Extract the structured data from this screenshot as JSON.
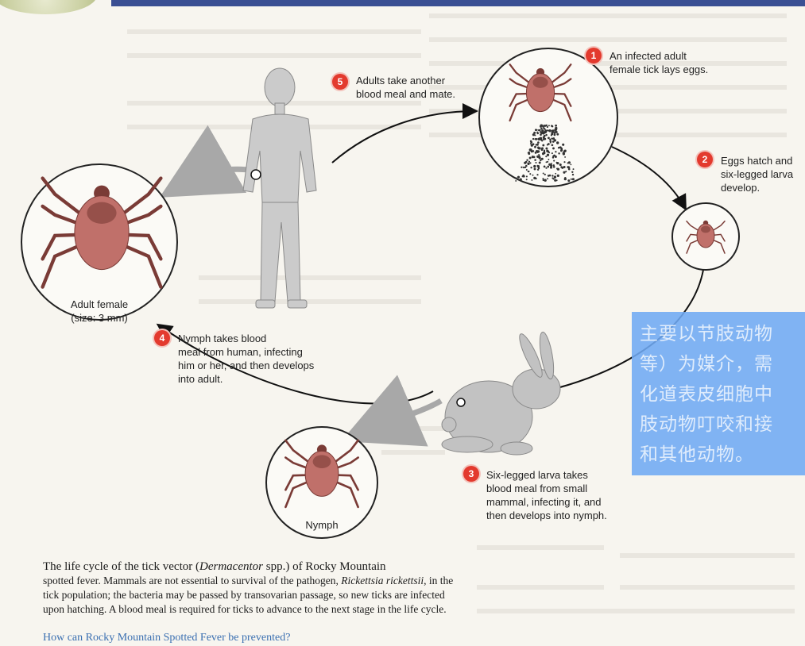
{
  "steps": [
    {
      "number": "1",
      "text": "An infected adult\nfemale tick lays eggs."
    },
    {
      "number": "2",
      "text": "Eggs hatch and\nsix-legged larva\ndevelop."
    },
    {
      "number": "3",
      "text": "Six-legged larva takes\nblood meal from small\nmammal, infecting it, and\nthen develops into nymph."
    },
    {
      "number": "4",
      "text": "Nymph takes blood\nmeal from human, infecting\nhim or her, and then develops\ninto adult."
    },
    {
      "number": "5",
      "text": "Adults take another\nblood meal and mate."
    }
  ],
  "labels": {
    "adult_female": "Adult female\n(size: 3 mm)",
    "nymph": "Nymph"
  },
  "caption": {
    "title_prefix": "The life cycle of the tick vector (",
    "title_genus": "Dermacentor",
    "title_suffix": " spp.) of Rocky Mountain",
    "line2_prefix": "spotted fever.   Mammals are not essential to survival of the pathogen, ",
    "pathogen": "Rickettsia rickettsii",
    "line2_suffix": ", in the",
    "line3": "tick population; the bacteria may be passed by transovarian passage, so new ticks are infected",
    "line4": "upon hatching. A blood meal is required for ticks to advance to the next stage in the life cycle."
  },
  "question": "How can Rocky Mountain Spotted Fever be prevented?",
  "overlay": {
    "lines": [
      "主要以节肢动物",
      "等）为媒介，需",
      "化道表皮细胞中",
      "肢动物叮咬和接",
      "和其他动物。"
    ]
  },
  "colors": {
    "tick_body": "#c0706a",
    "tick_dark": "#7a3b36",
    "badge": "#e33a2e",
    "overlay": "#70aaf4",
    "human": "#cfcfcf",
    "rabbit": "#bdbdbd",
    "header_bar": "#3a4f93"
  }
}
